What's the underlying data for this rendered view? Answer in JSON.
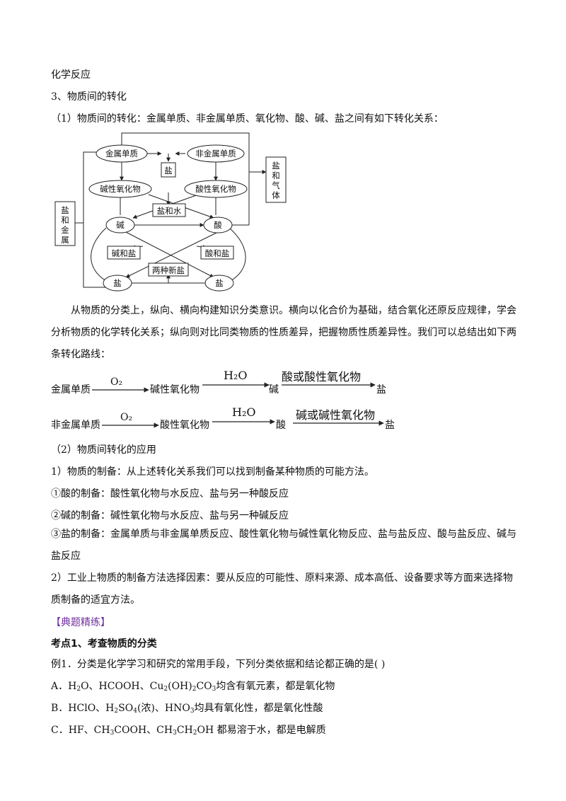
{
  "top_line": "化学反应",
  "section3_title": "3、物质间的转化",
  "intro_1": "（1）物质间的转化：金属单质、非金属单质、氧化物、酸、碱、盐之间有如下转化关系：",
  "diagram": {
    "metal": "金属单质",
    "nonmetal": "非金属单质",
    "salt_top": "盐",
    "basic_oxide": "碱性氧化物",
    "acidic_oxide": "酸性氧化物",
    "salt_water": "盐和水",
    "base": "碱",
    "acid": "酸",
    "base_salt": "碱和盐",
    "acid_salt": "酸和盐",
    "two_salts": "两种新盐",
    "salt_left": "盐",
    "salt_right": "盐",
    "left_box": [
      "盐",
      "和",
      "金",
      "属"
    ],
    "right_box": [
      "盐",
      "和",
      "气",
      "体"
    ]
  },
  "para_classify": "从物质的分类上，纵向、横向构建知识分类意识。横向以化合价为基础，结合氧化还原反应规律，学会分析物质的化学转化关系；纵向则对比同类物质的性质差异，把握物质性质差异性。我们可以总结出如下两条转化路线：",
  "route1": {
    "start": "金属单质",
    "o2": "O₂",
    "mid": "碱性氧化物",
    "h2o": "H₂O",
    "mid2": "碱",
    "reagent": "酸或酸性氧化物",
    "end": "盐"
  },
  "route2": {
    "start": "非金属单质",
    "o2": "O₂",
    "mid": "酸性氧化物",
    "h2o": "H₂O",
    "mid2": "酸",
    "reagent": "碱或碱性氧化物",
    "end": "盐"
  },
  "app_title": "（2）物质间转化的应用",
  "app_1": "1）物质的制备：从上述转化关系我们可以找到制备某种物质的可能方法。",
  "app_acid": "①酸的制备：酸性氧化物与水反应、盐与另一种酸反应",
  "app_base": "②碱的制备：碱性氧化物与水反应、盐与另一种碱反应",
  "app_salt": "③盐的制备：金属单质与非金属单质反应、酸性氧化物与碱性氧化物反应、盐与盐反应、酸与盐反应、碱与盐反应",
  "app_2": "2）工业上物质的制备方法选择因素：要从反应的可能性、原料来源、成本高低、设备要求等方面来选择物质制备的适宜方法。",
  "exercise_tag": "【典题精练】",
  "kp1": "考点1、考查物质的分类",
  "ex1": "例1．分类是化学学习和研究的常用手段，下列分类依据和结论都正确的是(      )",
  "optA": {
    "label": "A．",
    "text": "均含有氧元素，都是氧化物"
  },
  "optB": {
    "label": "B．",
    "text": "均具有氧化性，都是氧化性酸",
    "nong": "(浓)"
  },
  "optC": {
    "label": "C．",
    "text": " 都易溶于水，都是电解质"
  },
  "colors": {
    "accent": "#7030a0",
    "text": "#111111"
  }
}
